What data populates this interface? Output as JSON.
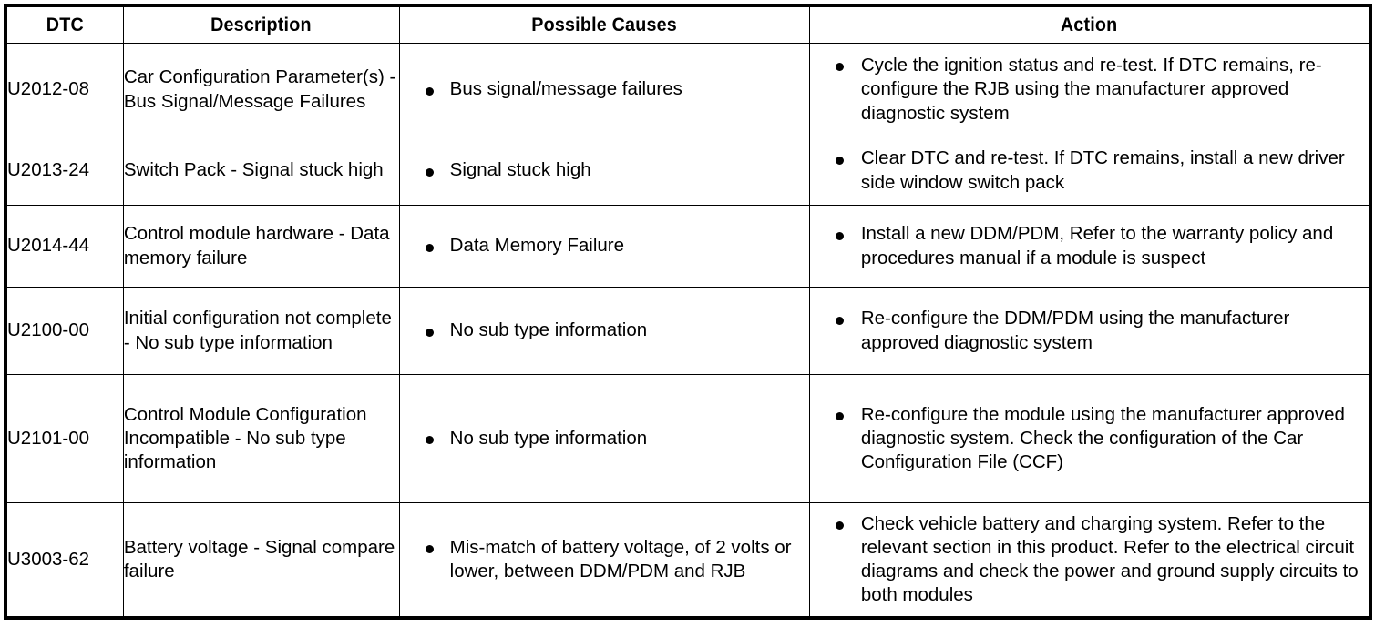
{
  "table": {
    "columns": [
      {
        "key": "dtc",
        "label": "DTC"
      },
      {
        "key": "description",
        "label": "Description"
      },
      {
        "key": "possible_causes",
        "label": "Possible Causes"
      },
      {
        "key": "action",
        "label": "Action"
      }
    ],
    "rows": [
      {
        "dtc": "U2012-08",
        "description": "Car Configuration Parameter(s) - Bus Signal/Message Failures",
        "possible_causes": [
          "Bus signal/message failures"
        ],
        "action": [
          "Cycle the ignition status and re-test. If DTC remains, re-configure the RJB using the manufacturer approved diagnostic system"
        ]
      },
      {
        "dtc": "U2013-24",
        "description": "Switch Pack - Signal stuck high",
        "possible_causes": [
          "Signal stuck high"
        ],
        "action": [
          "Clear DTC and re-test. If DTC remains, install a new driver side window switch pack"
        ]
      },
      {
        "dtc": "U2014-44",
        "description": "Control module hardware - Data memory failure",
        "possible_causes": [
          "Data Memory Failure"
        ],
        "action": [
          "Install a new DDM/PDM, Refer to the warranty policy and procedures manual if a module is suspect"
        ]
      },
      {
        "dtc": "U2100-00",
        "description": "Initial configuration not complete - No sub type information",
        "possible_causes": [
          "No sub type information"
        ],
        "action": [
          "Re-configure the DDM/PDM using the manufacturer approved diagnostic system"
        ]
      },
      {
        "dtc": "U2101-00",
        "description": "Control Module Configuration Incompatible - No sub type information",
        "possible_causes": [
          "No sub type information"
        ],
        "action": [
          "Re-configure the module using the manufacturer approved diagnostic system. Check the configuration of the Car Configuration File (CCF)"
        ]
      },
      {
        "dtc": "U3003-62",
        "description": "Battery voltage - Signal compare failure",
        "possible_causes": [
          "Mis-match of battery voltage, of 2 volts or lower, between DDM/PDM and RJB"
        ],
        "action": [
          "Check vehicle battery and charging system. Refer to the relevant section in this product. Refer to the electrical circuit diagrams and check the power and ground supply circuits to both modules"
        ]
      }
    ]
  },
  "style": {
    "border_color": "#000000",
    "text_color": "#000000",
    "background": "#ffffff",
    "bullet_glyph": "bullet-dot-icon"
  }
}
